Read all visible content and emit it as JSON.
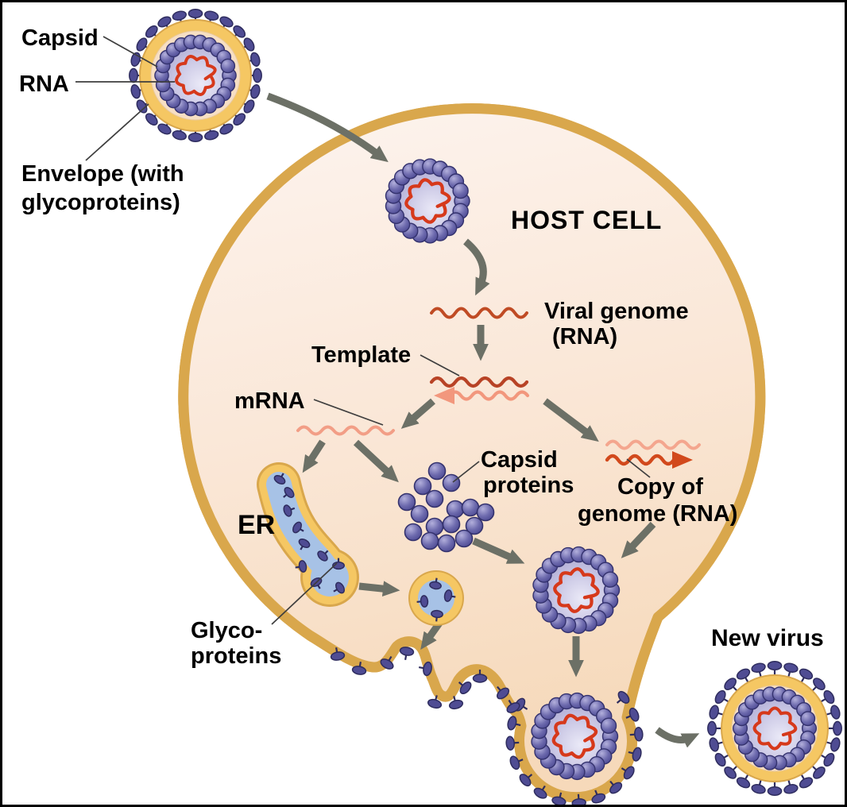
{
  "labels": {
    "capsid": "Capsid",
    "rna": "RNA",
    "envelope_line1": "Envelope (with",
    "envelope_line2": "glycoproteins)",
    "host_cell": "HOST CELL",
    "viral_genome_line1": "Viral genome",
    "viral_genome_line2": "(RNA)",
    "template": "Template",
    "mrna": "mRNA",
    "capsid_proteins_line1": "Capsid",
    "capsid_proteins_line2": "proteins",
    "copy_of_genome_line1": "Copy of",
    "copy_of_genome_line2": "genome (RNA)",
    "er": "ER",
    "glycoproteins_line1": "Glyco-",
    "glycoproteins_line2": "proteins",
    "new_virus": "New virus"
  },
  "colors": {
    "membrane_yellow": "#F5C763",
    "membrane_edge": "#D9A74C",
    "cell_fill_top": "#FDF4EF",
    "cell_fill_bottom": "#F6D9BA",
    "capsid_bead": "#6E6BAE",
    "bead_outline": "#34326E",
    "glycoprotein": "#4F4C93",
    "virus_core": "#A8A4D1",
    "rna_red": "#D6391B",
    "genome_dark_red": "#B84326",
    "genome_salmon": "#F2977D",
    "copy_dark": "#D2491C",
    "mrna_salmon": "#F29E86",
    "er_lumen": "#A7C2E6",
    "peach_ring": "#F7DFC4",
    "arrow_gray": "#6C7066",
    "label_text": "#000000"
  }
}
